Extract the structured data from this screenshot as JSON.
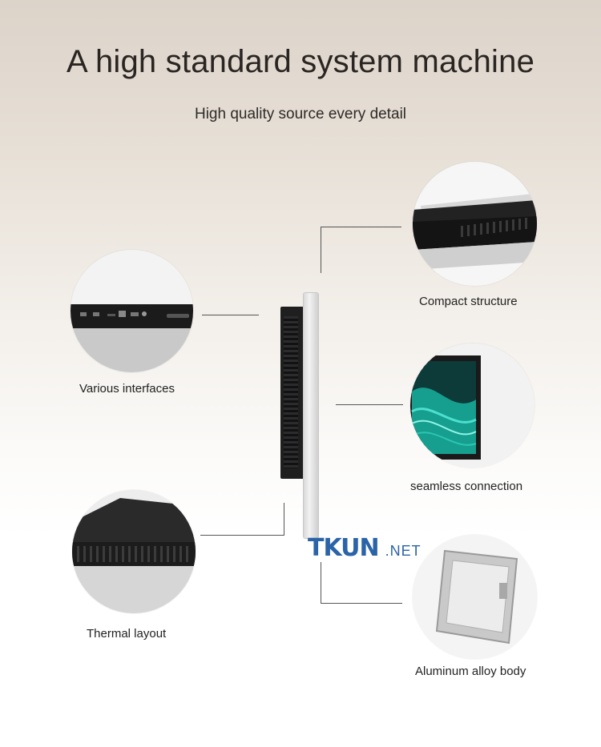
{
  "header": {
    "title": "A high standard system machine",
    "subtitle": "High quality source every detail"
  },
  "features": [
    {
      "label": "Compact structure"
    },
    {
      "label": "Various interfaces"
    },
    {
      "label": "seamless connection"
    },
    {
      "label": "Thermal layout"
    },
    {
      "label": "Aluminum alloy body"
    }
  ],
  "logo": {
    "mark": "TKUN",
    "suffix": ".NET"
  },
  "colors": {
    "logo_blue": "#2a63a8",
    "screen_teal": "#1fb4a4",
    "device_black": "#1f1f20",
    "line_gray": "#555555"
  }
}
